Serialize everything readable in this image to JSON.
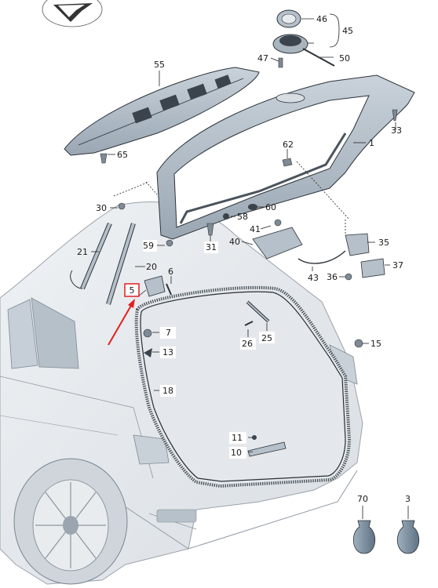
{
  "diagram": {
    "labels": [
      {
        "id": "46",
        "text": "46"
      },
      {
        "id": "45",
        "text": "45"
      },
      {
        "id": "47",
        "text": "47"
      },
      {
        "id": "50",
        "text": "50"
      },
      {
        "id": "55",
        "text": "55"
      },
      {
        "id": "33",
        "text": "33"
      },
      {
        "id": "1",
        "text": "1"
      },
      {
        "id": "65",
        "text": "65"
      },
      {
        "id": "62",
        "text": "62"
      },
      {
        "id": "30",
        "text": "30"
      },
      {
        "id": "60",
        "text": "60"
      },
      {
        "id": "58",
        "text": "58"
      },
      {
        "id": "41",
        "text": "41"
      },
      {
        "id": "40",
        "text": "40"
      },
      {
        "id": "35",
        "text": "35"
      },
      {
        "id": "21",
        "text": "21"
      },
      {
        "id": "59",
        "text": "59"
      },
      {
        "id": "31",
        "text": "31"
      },
      {
        "id": "20",
        "text": "20"
      },
      {
        "id": "37",
        "text": "37"
      },
      {
        "id": "43",
        "text": "43"
      },
      {
        "id": "36",
        "text": "36"
      },
      {
        "id": "6",
        "text": "6"
      },
      {
        "id": "5",
        "text": "5"
      },
      {
        "id": "7",
        "text": "7"
      },
      {
        "id": "26",
        "text": "26"
      },
      {
        "id": "25",
        "text": "25"
      },
      {
        "id": "15",
        "text": "15"
      },
      {
        "id": "13",
        "text": "13"
      },
      {
        "id": "18",
        "text": "18"
      },
      {
        "id": "11",
        "text": "11"
      },
      {
        "id": "10",
        "text": "10"
      },
      {
        "id": "70",
        "text": "70"
      },
      {
        "id": "3",
        "text": "3"
      }
    ],
    "highlight": {
      "label": "5",
      "color": "#e02020"
    }
  }
}
